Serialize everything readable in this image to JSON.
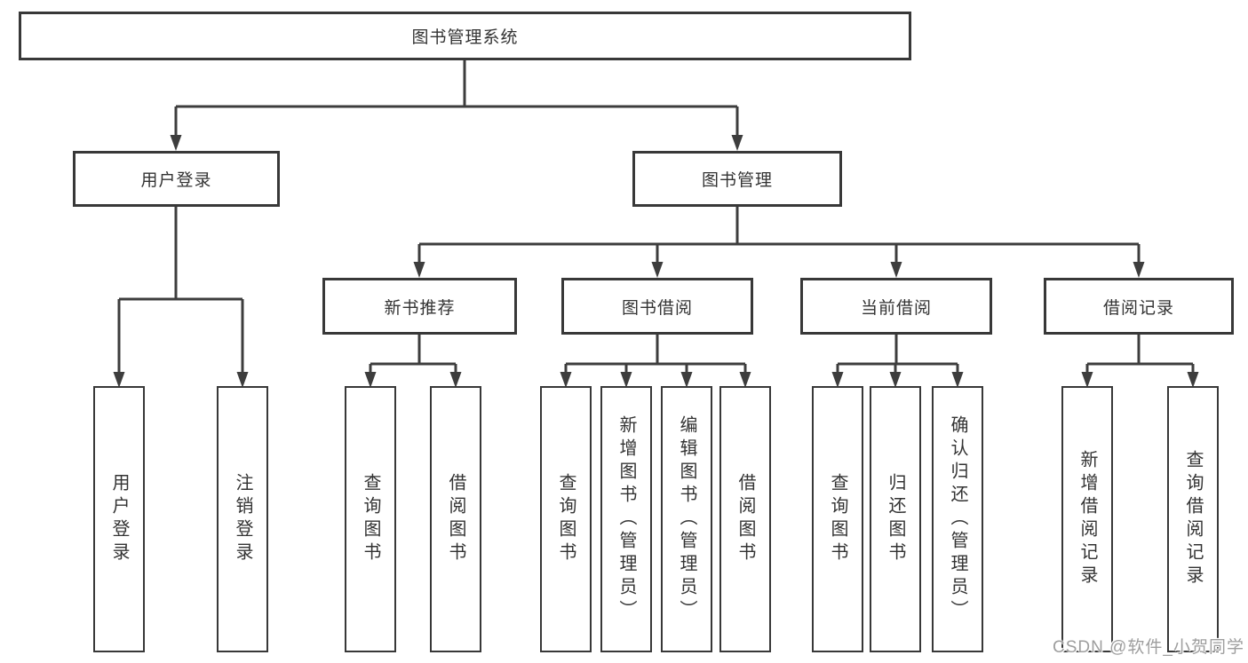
{
  "diagram": {
    "root": {
      "id": "library-management-system",
      "label": "图书管理系统",
      "children": [
        {
          "id": "user-login",
          "label": "用户登录",
          "children": [
            {
              "id": "user-login-leaf",
              "label": "用户登录"
            },
            {
              "id": "logout-leaf",
              "label": "注销登录"
            }
          ]
        },
        {
          "id": "book-management",
          "label": "图书管理",
          "children": [
            {
              "id": "new-book-recommendation",
              "label": "新书推荐",
              "children": [
                {
                  "id": "query-books",
                  "label": "查询图书"
                },
                {
                  "id": "borrow-books",
                  "label": "借阅图书"
                }
              ]
            },
            {
              "id": "book-borrowing",
              "label": "图书借阅",
              "children": [
                {
                  "id": "query-books",
                  "label": "查询图书"
                },
                {
                  "id": "add-books-admin",
                  "label": "新增图书（管理员）"
                },
                {
                  "id": "edit-books-admin",
                  "label": "编辑图书（管理员）"
                },
                {
                  "id": "borrow-books",
                  "label": "借阅图书"
                }
              ]
            },
            {
              "id": "current-borrowing",
              "label": "当前借阅",
              "children": [
                {
                  "id": "query-books",
                  "label": "查询图书"
                },
                {
                  "id": "return-books",
                  "label": "归还图书"
                },
                {
                  "id": "confirm-return-admin",
                  "label": "确认归还（管理员）"
                }
              ]
            },
            {
              "id": "borrowing-records",
              "label": "借阅记录",
              "children": [
                {
                  "id": "add-borrowing-record",
                  "label": "新增借阅记录"
                },
                {
                  "id": "query-borrowing-record",
                  "label": "查询借阅记录"
                }
              ]
            }
          ]
        }
      ]
    }
  },
  "watermark": {
    "text": "CSDN @软件_小贺同学"
  },
  "colors": {
    "line": "#3d3d3d",
    "box_border": "#383838",
    "text": "#333333",
    "watermark": "#9e9e9e",
    "background": "#ffffff"
  }
}
